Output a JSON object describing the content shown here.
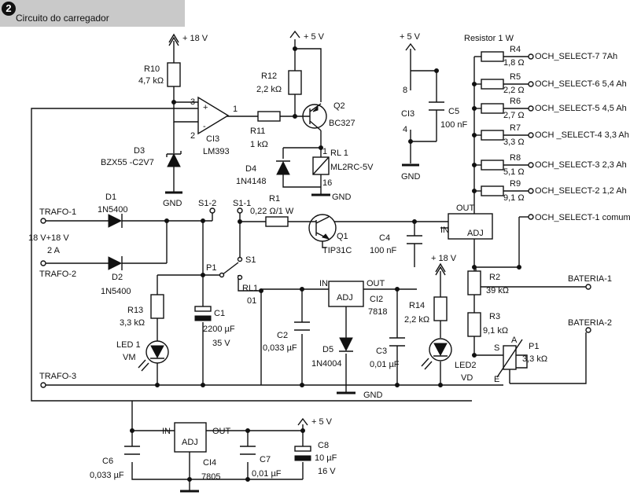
{
  "header": {
    "badge": "2",
    "title": "Circuito do carregador"
  },
  "labels": {
    "r10": "R10",
    "r10_val": "4,7 kΩ",
    "v18_top": "+ 18 V",
    "p3": "3",
    "p2": "2",
    "p1": "1",
    "ci3": "CI3",
    "lm393": "LM393",
    "d3": "D3",
    "bzx": "BZX55 -C2V7",
    "gnd1": "GND",
    "v5_top": "+ 5 V",
    "r12": "R12",
    "r12_val": "2,2 kΩ",
    "q2": "Q2",
    "bc327": "BC327",
    "r11": "R11",
    "r11_val": "1 kΩ",
    "rl1": "RL 1",
    "ml2rc": "ML2RC-5V",
    "rl_p1": "1",
    "rl_p16": "16",
    "d4": "D4",
    "n4148": "1N4148",
    "gnd2": "GND",
    "v5_ci3": "+ 5 V",
    "ci3b": "CI3",
    "pin8": "8",
    "pin4": "4",
    "c5": "C5",
    "c5_val": "100 nF",
    "gnd3": "GND",
    "res_title": "Resistor 1 W",
    "r4": "R4",
    "r4_val": "1,8 Ω",
    "ch7": "OCH_SELECT-7 7Ah",
    "r5": "R5",
    "r5_val": "2,2 Ω",
    "ch6": "OCH_SELECT-6 5,4 Ah",
    "r6": "R6",
    "r6_val": "2,7 Ω",
    "ch5": "OCH_SELECT-5 4,5 Ah",
    "r7": "R7",
    "r7_val": "3,3 Ω",
    "ch4": "OCH _SELECT-4 3,3 Ah",
    "r8": "R8",
    "r8_val": "5,1 Ω",
    "ch3": "OCH_SELECT-3 2,3 Ah",
    "r9": "R9",
    "r9_val": "9,1 Ω",
    "ch2": "OCH_SELECT-2 1,2 Ah",
    "ch1": "OCH_SELECT-1 comum",
    "trafo1": "TRAFO-1",
    "trafo2": "TRAFO-2",
    "trafo3": "TRAFO-3",
    "spec1": "18 V+18 V",
    "spec2": "2 A",
    "d1": "D1",
    "n5400a": "1N5400",
    "d2": "D2",
    "n5400b": "1N5400",
    "s12": "S1-2",
    "s11": "S1-1",
    "r1": "R1",
    "r1_val": "0,22 Ω/1 W",
    "q1": "Q1",
    "tip31c": "TIP31C",
    "c4": "C4",
    "c4_val": "100 nF",
    "out": "OUT",
    "in": "IN",
    "adj": "ADJ",
    "p1sw": "P1",
    "s1": "S1",
    "rl1b": "RL1",
    "rl_01": "01",
    "r13": "R13",
    "r13_val": "3,3 kΩ",
    "c1": "C1",
    "c1_val": "2200 µF",
    "c1_v": "35 V",
    "led1": "LED 1",
    "vm": "VM",
    "c2": "C2",
    "c2_val": "0,033 µF",
    "in2": "IN",
    "out2": "OUT",
    "adj2": "ADJ",
    "ci2": "CI2",
    "n7818": "7818",
    "d5": "D5",
    "n4004": "1N4004",
    "c3": "C3",
    "c3_val": "0,01 µF",
    "v18_r": "+ 18 V",
    "r14": "R14",
    "r14_val": "2,2 kΩ",
    "led2": "LED2",
    "vd": "VD",
    "r2": "R2",
    "r2_val": "39 kΩ",
    "r3": "R3",
    "r3_val": "9,1 kΩ",
    "s_lbl": "S",
    "a_lbl": "A",
    "e_lbl": "E",
    "p1pot": "P1",
    "p1pot_val": "3,3 kΩ",
    "bat1": "BATERIA-1",
    "bat2": "BATERIA-2",
    "gnd4": "GND",
    "in3": "IN",
    "out3": "OUT",
    "adj3": "ADJ",
    "ci4": "CI4",
    "n7805": "7805",
    "v5_bot": "+ 5 V",
    "c6": "C6",
    "c6_val": "0,033 µF",
    "c7": "C7",
    "c7_val": "0,01 µF",
    "c8": "C8",
    "c8_val": "10 µF",
    "c8_v": "16 V"
  }
}
